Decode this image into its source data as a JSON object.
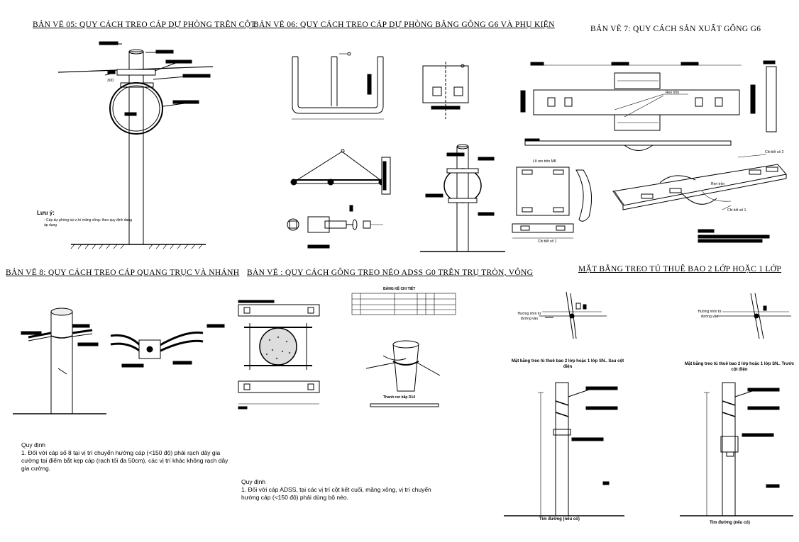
{
  "titles": {
    "dwg05": "BẢN VẼ 05: QUY CÁCH TREO CÁP DỰ PHÒNG TRÊN CỘT",
    "dwg06": "BẢN VẼ 06: QUY CÁCH TREO CÁP DỰ PHÒNG BẰNG GÔNG G6 VÀ PHỤ KIỆN",
    "dwg07": "BẢN VẼ 7: QUY CÁCH SẢN XUẤT GÔNG G6",
    "dwg08": "BẢN VẼ 8: QUY CÁCH TREO CÁP QUANG TRỤC VÀ NHÁNH",
    "dwg_adss": "BẢN VẼ : QUY CÁCH GÔNG TREO NÉO ADSS G0 TRÊN TRỤ TRÒN, VÔNG",
    "dwg_plan": "MẶT BẰNG TREO TỦ THUÊ BAO 2 LỚP HOẶC 1 LỚP"
  },
  "dwg05": {
    "dim": "300",
    "note_title": "Lưu ý:",
    "note_body": "- Cáp dự phòng tại vị trí măng xông: theo quy định đang áp dụng"
  },
  "dwg07": {
    "label_a": "Ren trồn",
    "label_b": "Lỗ ren trồn M8",
    "label_c": "Chi tiết số 1",
    "label_d": "Chi tiết số 2",
    "label_e": "Chi tiết số 1",
    "label_f": "Ren trồn"
  },
  "adss": {
    "table_title": "BẢNG KÊ CHI TIẾT",
    "clamp_label": "Thanh ren bắp D14"
  },
  "plan": {
    "dir_left": "Hướng nhìn từ đường vào",
    "dir_right": "Hướng nhìn từ đường vào",
    "caption_left": "Mặt bằng treo tủ thuê bao 2 lớp hoặc 1 lớp SN.. Sau cột điện",
    "caption_right": "Mặt bằng treo tủ thuê bao 2 lớp hoặc 1 lớp SN.. Trước cột điện",
    "road_left": "Tim đường (nếu có)",
    "road_right": "Tim đường (nếu có)"
  },
  "rules_left": {
    "heading": "Quy định",
    "body": "1. Đối với cáp số 8 tại vị trí chuyển hướng cáp (<150 độ) phải rạch dây gia cường tại điểm bắt kẹp cáp (rạch tối đa 50cm), các vị trí khác không rạch dây gia cường."
  },
  "rules_mid": {
    "heading": "Quy định",
    "body": "1. Đối với cáp ADSS, tại các vị trí cột kết cuối, măng xông, vị trí chuyển hướng cáp (<150 độ) phải dùng bộ néo."
  }
}
